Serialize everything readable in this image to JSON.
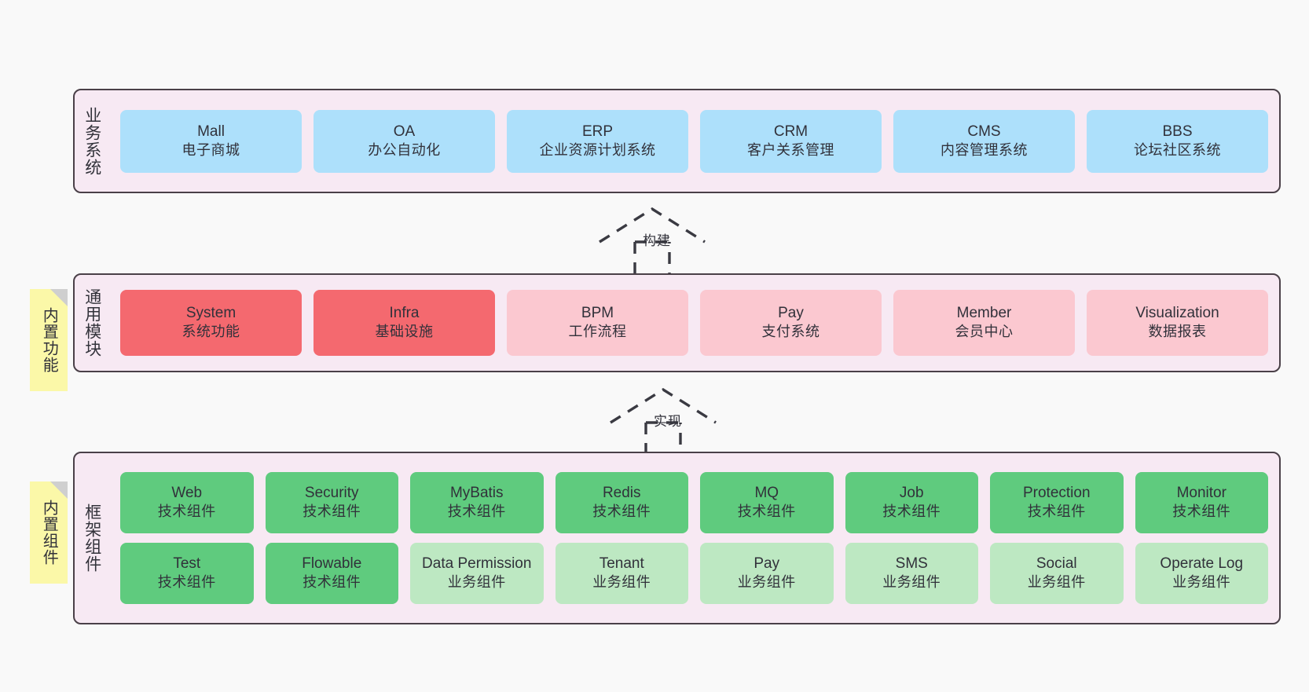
{
  "canvas": {
    "background": "#f9f9f9",
    "panel_fill": "#f7e9f3",
    "panel_border": "#4a4048",
    "note_fill": "#fbf8a8",
    "colors": {
      "business_blue": "#ade0fb",
      "module_red": "#f4696f",
      "module_pink": "#fbc8d0",
      "tech_green": "#5fcb7e",
      "biz_green": "#bde8c2"
    }
  },
  "sections": {
    "business": {
      "title": "业务系统",
      "cards": [
        {
          "en": "Mall",
          "cn": "电子商城",
          "color": "blue"
        },
        {
          "en": "OA",
          "cn": "办公自动化",
          "color": "blue"
        },
        {
          "en": "ERP",
          "cn": "企业资源计划系统",
          "color": "blue"
        },
        {
          "en": "CRM",
          "cn": "客户关系管理",
          "color": "blue"
        },
        {
          "en": "CMS",
          "cn": "内容管理系统",
          "color": "blue"
        },
        {
          "en": "BBS",
          "cn": "论坛社区系统",
          "color": "blue"
        }
      ]
    },
    "modules": {
      "title": "通用模块",
      "note": "内置功能",
      "cards": [
        {
          "en": "System",
          "cn": "系统功能",
          "color": "red"
        },
        {
          "en": "Infra",
          "cn": "基础设施",
          "color": "red"
        },
        {
          "en": "BPM",
          "cn": "工作流程",
          "color": "pink"
        },
        {
          "en": "Pay",
          "cn": "支付系统",
          "color": "pink"
        },
        {
          "en": "Member",
          "cn": "会员中心",
          "color": "pink"
        },
        {
          "en": "Visualization",
          "cn": "数据报表",
          "color": "pink"
        }
      ]
    },
    "framework": {
      "title": "框架组件",
      "note": "内置组件",
      "row1": [
        {
          "en": "Web",
          "cn": "技术组件",
          "color": "green"
        },
        {
          "en": "Security",
          "cn": "技术组件",
          "color": "green"
        },
        {
          "en": "MyBatis",
          "cn": "技术组件",
          "color": "green"
        },
        {
          "en": "Redis",
          "cn": "技术组件",
          "color": "green"
        },
        {
          "en": "MQ",
          "cn": "技术组件",
          "color": "green"
        },
        {
          "en": "Job",
          "cn": "技术组件",
          "color": "green"
        },
        {
          "en": "Protection",
          "cn": "技术组件",
          "color": "green"
        },
        {
          "en": "Monitor",
          "cn": "技术组件",
          "color": "green"
        }
      ],
      "row2": [
        {
          "en": "Test",
          "cn": "技术组件",
          "color": "green"
        },
        {
          "en": "Flowable",
          "cn": "技术组件",
          "color": "green"
        },
        {
          "en": "Data Permission",
          "cn": "业务组件",
          "color": "lightgreen"
        },
        {
          "en": "Tenant",
          "cn": "业务组件",
          "color": "lightgreen"
        },
        {
          "en": "Pay",
          "cn": "业务组件",
          "color": "lightgreen"
        },
        {
          "en": "SMS",
          "cn": "业务组件",
          "color": "lightgreen"
        },
        {
          "en": "Social",
          "cn": "业务组件",
          "color": "lightgreen"
        },
        {
          "en": "Operate Log",
          "cn": "业务组件",
          "color": "lightgreen"
        }
      ]
    }
  },
  "connectors": [
    {
      "label": "构建"
    },
    {
      "label": "实现"
    }
  ]
}
